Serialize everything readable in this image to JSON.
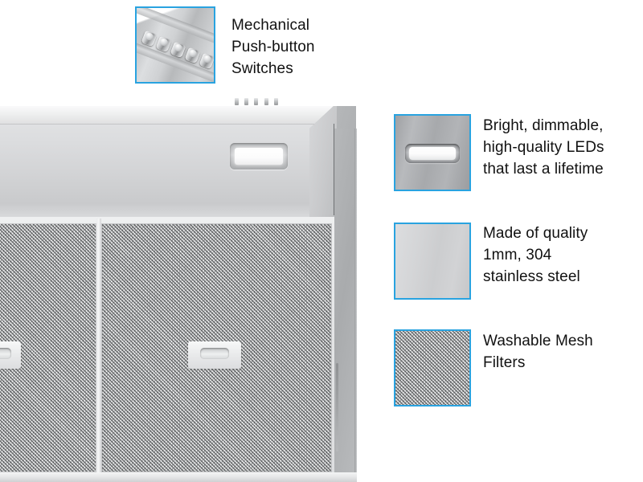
{
  "page": {
    "title": "Range Hood Feature Callouts",
    "background_color": "#ffffff",
    "accent_color": "#29a3e0",
    "text_color": "#111111"
  },
  "product": {
    "name": "stainless-steel-range-hood",
    "switch_count": 5,
    "filter_count": 2,
    "led_count": 1
  },
  "callouts": [
    {
      "id": "switches",
      "thumbnail": "push-button-switches-photo",
      "text": "Mechanical\nPush-button\nSwitches"
    },
    {
      "id": "led",
      "thumbnail": "led-light-photo",
      "text": "Bright, dimmable,\nhigh-quality LEDs\nthat last a lifetime"
    },
    {
      "id": "steel",
      "thumbnail": "stainless-steel-swatch",
      "text": "Made of quality\n1mm, 304\nstainless steel"
    },
    {
      "id": "mesh",
      "thumbnail": "mesh-filter-swatch",
      "text": "Washable Mesh\nFilters"
    }
  ]
}
